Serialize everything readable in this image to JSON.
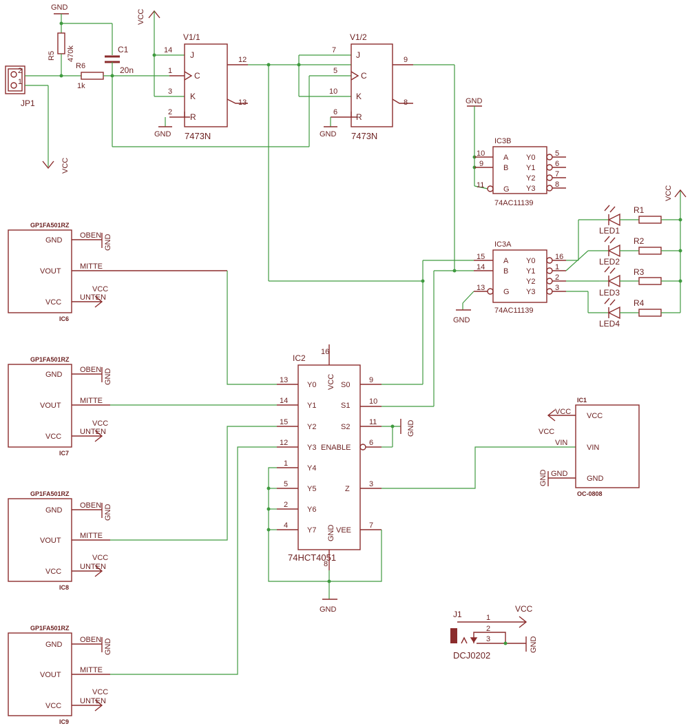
{
  "colors": {
    "part": "#8b2c2c",
    "wire": "#3f9a3f",
    "text": "#6b1f1f"
  },
  "power": {
    "gnd": "GND",
    "vcc": "VCC"
  },
  "jp1": {
    "name": "JP1",
    "pin2": "2",
    "pin1": "1"
  },
  "r5": {
    "name": "R5",
    "value": "470k"
  },
  "r6": {
    "name": "R6",
    "value": "1k"
  },
  "c1": {
    "name": "C1",
    "value": "20n"
  },
  "v11": {
    "name": "V1/1",
    "type": "7473N",
    "pins": {
      "j": "J",
      "c": "C",
      "k": "K",
      "r": "R",
      "p14": "14",
      "p1": "1",
      "p3": "3",
      "p2": "2",
      "p12": "12",
      "p13": "13"
    }
  },
  "v12": {
    "name": "V1/2",
    "type": "7473N",
    "pins": {
      "j": "J",
      "c": "C",
      "k": "K",
      "r": "R",
      "p7": "7",
      "p5": "5",
      "p10": "10",
      "p6": "6",
      "p9": "9",
      "p8": "8"
    }
  },
  "ic3b": {
    "name": "IC3B",
    "type": "74AC11139",
    "in": [
      "A",
      "B",
      "G"
    ],
    "out": [
      "Y0",
      "Y1",
      "Y2",
      "Y3"
    ],
    "pin_in": [
      "10",
      "9",
      "11"
    ],
    "pin_out": [
      "5",
      "6",
      "7",
      "8"
    ]
  },
  "ic3a": {
    "name": "IC3A",
    "type": "74AC11139",
    "in": [
      "A",
      "B",
      "G"
    ],
    "out": [
      "Y0",
      "Y1",
      "Y2",
      "Y3"
    ],
    "pin_in": [
      "15",
      "14",
      "13"
    ],
    "pin_out": [
      "16",
      "1",
      "2",
      "3"
    ]
  },
  "leds": [
    {
      "led": "LED1",
      "r": "R1"
    },
    {
      "led": "LED2",
      "r": "R2"
    },
    {
      "led": "LED3",
      "r": "R3"
    },
    {
      "led": "LED4",
      "r": "R4"
    }
  ],
  "sensors": [
    {
      "title": "GP1FA501RZ",
      "name": "IC6",
      "pins": [
        "GND",
        "VOUT",
        "VCC"
      ],
      "nets": [
        "OBEN",
        "MITTE",
        "UNTEN"
      ]
    },
    {
      "title": "GP1FA501RZ",
      "name": "IC7",
      "pins": [
        "GND",
        "VOUT",
        "VCC"
      ],
      "nets": [
        "OBEN",
        "MITTE",
        "UNTEN"
      ]
    },
    {
      "title": "GP1FA501RZ",
      "name": "IC8",
      "pins": [
        "GND",
        "VOUT",
        "VCC"
      ],
      "nets": [
        "OBEN",
        "MITTE",
        "UNTEN"
      ]
    },
    {
      "title": "GP1FA501RZ",
      "name": "IC9",
      "pins": [
        "GND",
        "VOUT",
        "VCC"
      ],
      "nets": [
        "OBEN",
        "MITTE",
        "UNTEN"
      ]
    }
  ],
  "ic2": {
    "name": "IC2",
    "type": "74HCT4051",
    "left_labels": [
      "Y0",
      "Y1",
      "Y2",
      "Y3",
      "Y4",
      "Y5",
      "Y6",
      "Y7"
    ],
    "left_pins": [
      "13",
      "14",
      "15",
      "12",
      "1",
      "5",
      "2",
      "4"
    ],
    "right_labels": [
      "S0",
      "S1",
      "S2",
      "ENABLE",
      "Z",
      "VEE"
    ],
    "right_pins": [
      "9",
      "10",
      "11",
      "6",
      "3",
      "7"
    ],
    "vcc_label": "VCC",
    "vcc_pin": "16",
    "gnd_label": "GND",
    "gnd_pin": "8"
  },
  "ic1": {
    "name": "IC1",
    "type": "OC-0808",
    "pins": [
      "VCC",
      "VIN",
      "GND"
    ],
    "nets": [
      "VCC",
      "VIN",
      "GND"
    ]
  },
  "j1": {
    "name": "J1",
    "type": "DCJ0202",
    "pins": [
      "1",
      "2",
      "3"
    ]
  }
}
